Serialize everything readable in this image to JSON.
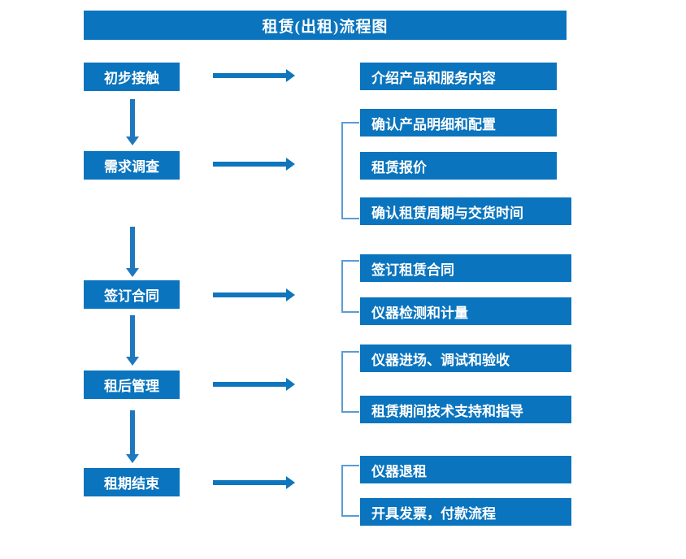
{
  "chart_title": "租赁(出租)流程图",
  "colors": {
    "box_fill": "#0a74be",
    "box_text": "#ffffff",
    "arrow": "#1f78bd",
    "bracket": "#5b9bd5",
    "background": "#ffffff"
  },
  "stages": [
    {
      "id": "stage-1",
      "label": "初步接触",
      "outputs": [
        {
          "label": "介绍产品和服务内容"
        }
      ],
      "bracketed": false
    },
    {
      "id": "stage-2",
      "label": "需求调查",
      "outputs": [
        {
          "label": "确认产品明细和配置"
        },
        {
          "label": "租赁报价"
        },
        {
          "label": "确认租赁周期与交货时间"
        }
      ],
      "bracketed": true
    },
    {
      "id": "stage-3",
      "label": "签订合同",
      "outputs": [
        {
          "label": "签订租赁合同"
        },
        {
          "label": "仪器检测和计量"
        }
      ],
      "bracketed": true
    },
    {
      "id": "stage-4",
      "label": "租后管理",
      "outputs": [
        {
          "label": "仪器进场、调试和验收"
        },
        {
          "label": "租赁期间技术支持和指导"
        }
      ],
      "bracketed": true
    },
    {
      "id": "stage-5",
      "label": "租期结束",
      "outputs": [
        {
          "label": "仪器退租"
        },
        {
          "label": "开具发票，付款流程"
        }
      ],
      "bracketed": true
    }
  ],
  "connectors": {
    "vertical_arrow_count": 4,
    "horizontal_arrow_count": 5,
    "bracket_count": 4
  }
}
